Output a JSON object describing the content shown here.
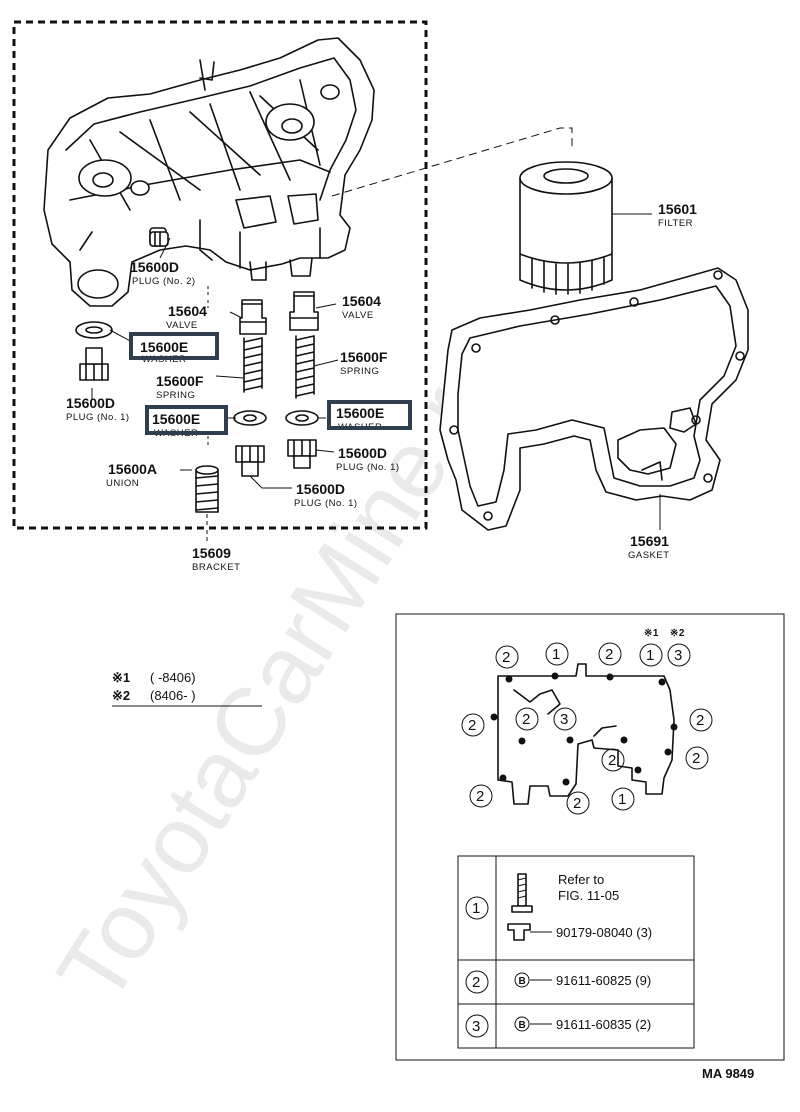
{
  "watermark": "ToyotaCarMine.ru",
  "footer_code": "MA 9849",
  "parts": {
    "bracket": {
      "num": "15609",
      "name": "BRACKET"
    },
    "filter": {
      "num": "15601",
      "name": "FILTER"
    },
    "gasket": {
      "num": "15691",
      "name": "GASKET"
    },
    "plug_no2": {
      "num": "15600D",
      "name": "PLUG (No. 2)"
    },
    "valve_left": {
      "num": "15604",
      "name": "VALVE"
    },
    "valve_right": {
      "num": "15604",
      "name": "VALVE"
    },
    "washer_left_top": {
      "num": "15600E",
      "name": "WASHER"
    },
    "plug_no1_left": {
      "num": "15600D",
      "name": "PLUG (No. 1)"
    },
    "spring_left": {
      "num": "15600F",
      "name": "SPRING"
    },
    "spring_right": {
      "num": "15600F",
      "name": "SPRING"
    },
    "washer_left_mid": {
      "num": "15600E",
      "name": "WASHER"
    },
    "washer_right": {
      "num": "15600E",
      "name": "WASHER"
    },
    "plug_no1_right": {
      "num": "15600D",
      "name": "PLUG (No. 1)"
    },
    "union": {
      "num": "15600A",
      "name": "UNION"
    },
    "plug_no1_bottom": {
      "num": "15600D",
      "name": "PLUG (No. 1)"
    }
  },
  "notes": {
    "line1_mark": "※1",
    "line1_range": "(      -8406)",
    "line2_mark": "※2",
    "line2_range": "(8406-        )"
  },
  "inset": {
    "header_marks": [
      "※1",
      "※2"
    ],
    "circle_labels": [
      "2",
      "1",
      "2",
      "1",
      "3",
      "2",
      "2",
      "3",
      "2",
      "2",
      "2",
      "2",
      "2",
      "1"
    ],
    "table": [
      {
        "key": "1",
        "refer": "Refer to",
        "fig": "FIG. 11-05",
        "part": "90179-08040 (3)"
      },
      {
        "key": "2",
        "mark": "B",
        "part": "91611-60825 (9)"
      },
      {
        "key": "3",
        "mark": "B",
        "part": "91611-60835 (2)"
      }
    ]
  }
}
